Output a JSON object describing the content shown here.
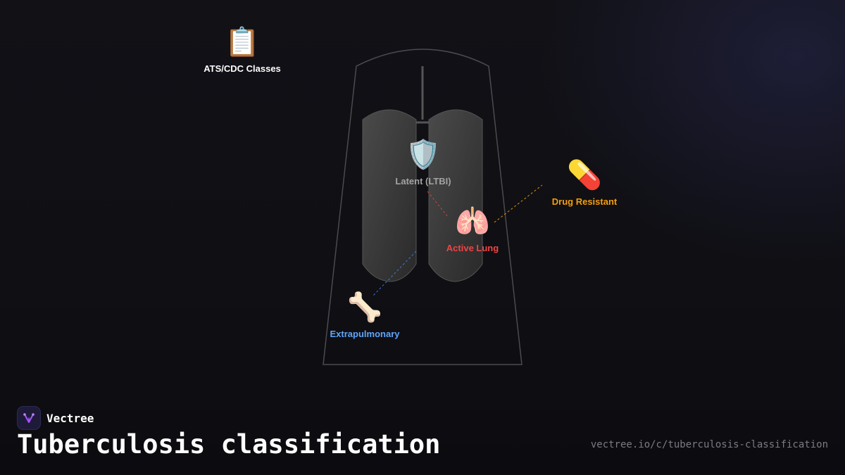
{
  "brand": {
    "name": "Vectree",
    "logo_icon": "vectree-logo-icon"
  },
  "title": "Tuberculosis classification",
  "url": "vectree.io/c/tuberculosis-classification",
  "colors": {
    "background": "#0f0f13",
    "ats_cdc": "#ffffff",
    "latent": "#a3a3a3",
    "active": "#ef4444",
    "drug_resistant": "#f59e0b",
    "extrapulmonary": "#60a5fa",
    "lung_fill": "#3a3a3a"
  },
  "nodes": {
    "ats_cdc": {
      "label": "ATS/CDC Classes",
      "icon": "clipboard-icon",
      "glyph": "📋"
    },
    "latent": {
      "label": "Latent (LTBI)",
      "icon": "shield-icon",
      "glyph": "🛡️"
    },
    "active": {
      "label": "Active Lung",
      "icon": "lungs-icon",
      "glyph": "🫁"
    },
    "drug_resistant": {
      "label": "Drug Resistant",
      "icon": "pill-icon",
      "glyph": "💊"
    },
    "extrapulmonary": {
      "label": "Extrapulmonary",
      "icon": "bone-icon",
      "glyph": "🦴"
    }
  }
}
